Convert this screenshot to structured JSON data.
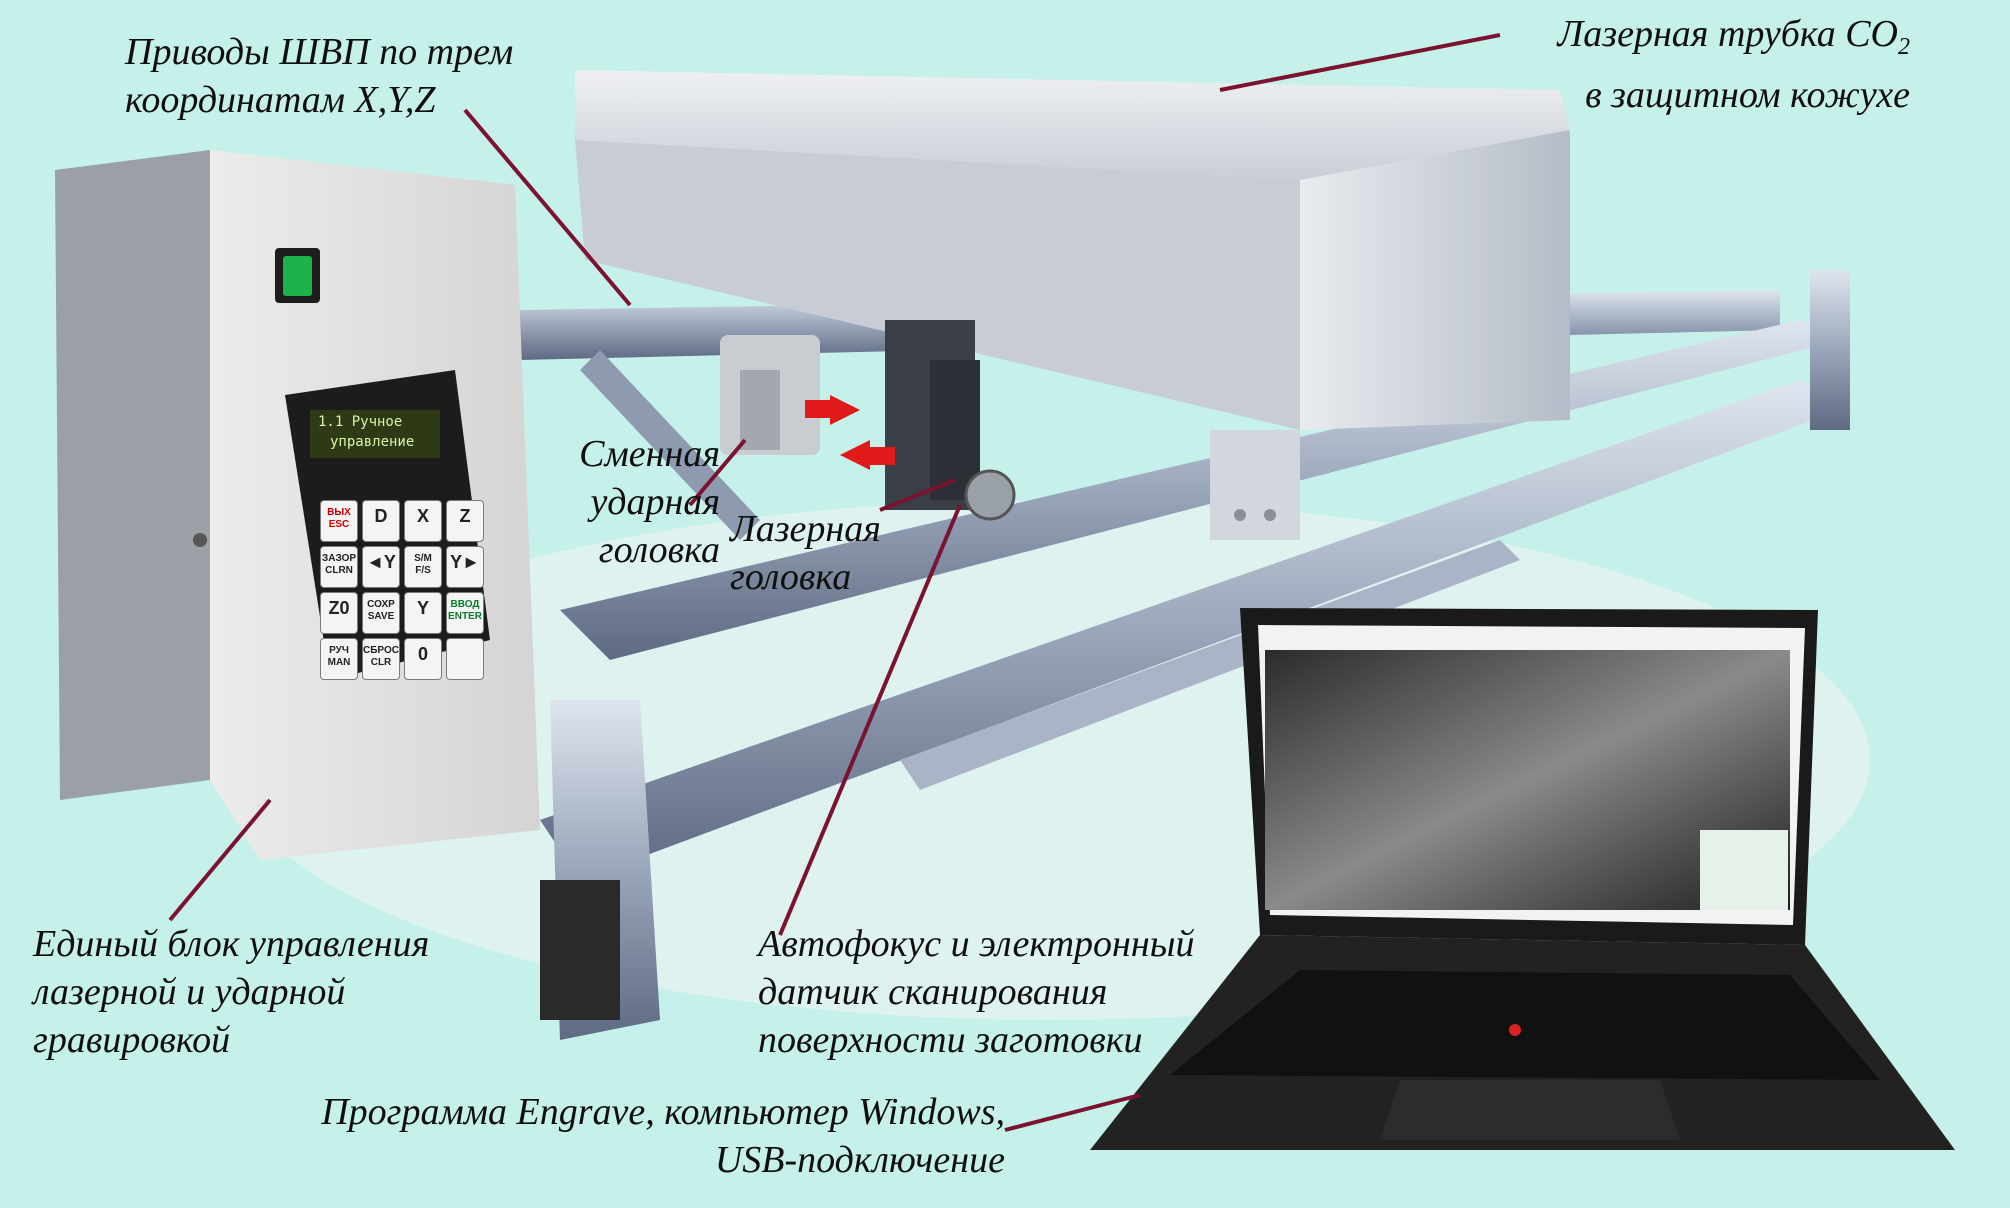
{
  "labels": {
    "drives": [
      "Приводы ШВП по трем",
      "координатам X,Y,Z"
    ],
    "tube": {
      "line1": "Лазерная трубка CO",
      "line1_sub": "2",
      "line2": "в защитном кожухе"
    },
    "impact_head": [
      "Сменная",
      "ударная",
      "головка"
    ],
    "laser_head": [
      "Лазерная",
      "головка"
    ],
    "control_unit": [
      "Единый блок управления",
      "лазерной и ударной",
      "гравировкой"
    ],
    "autofocus": [
      "Автофокус и электронный",
      "датчик сканирования",
      "поверхности заготовки"
    ],
    "software": [
      "Программа Engrave, компьютер Windows,",
      "USB-подключение"
    ]
  },
  "control_panel": {
    "lcd_line1": "1.1 Ручное",
    "lcd_line2": "управление",
    "keys": [
      {
        "id": "esc",
        "label": "ВЫХ ESC",
        "style": "red"
      },
      {
        "id": "d",
        "label": "D",
        "style": "big"
      },
      {
        "id": "x",
        "label": "X",
        "style": "big"
      },
      {
        "id": "z-up",
        "label": "Z",
        "style": "big"
      },
      {
        "id": "gap",
        "label": "ЗАЗОР CLRN",
        "style": ""
      },
      {
        "id": "left",
        "label": "◄Y",
        "style": "big"
      },
      {
        "id": "sm",
        "label": "S/M F/S",
        "style": ""
      },
      {
        "id": "y-right",
        "label": "Y►",
        "style": "big"
      },
      {
        "id": "z0",
        "label": "Z0",
        "style": "big"
      },
      {
        "id": "save",
        "label": "СОХР SAVE",
        "style": ""
      },
      {
        "id": "y-down",
        "label": "Y",
        "style": "big"
      },
      {
        "id": "enter",
        "label": "ВВОД ENTER",
        "style": "green"
      },
      {
        "id": "man",
        "label": "РУЧ MAN",
        "style": ""
      },
      {
        "id": "clr",
        "label": "СБРОС CLR",
        "style": ""
      },
      {
        "id": "zero",
        "label": "0",
        "style": "big"
      },
      {
        "id": "blank",
        "label": "",
        "style": ""
      }
    ]
  },
  "colors": {
    "background": "#c6f0ea",
    "leader": "#7a1230",
    "rail": "#b8c3d3",
    "enclosure": "#d9dde2"
  }
}
